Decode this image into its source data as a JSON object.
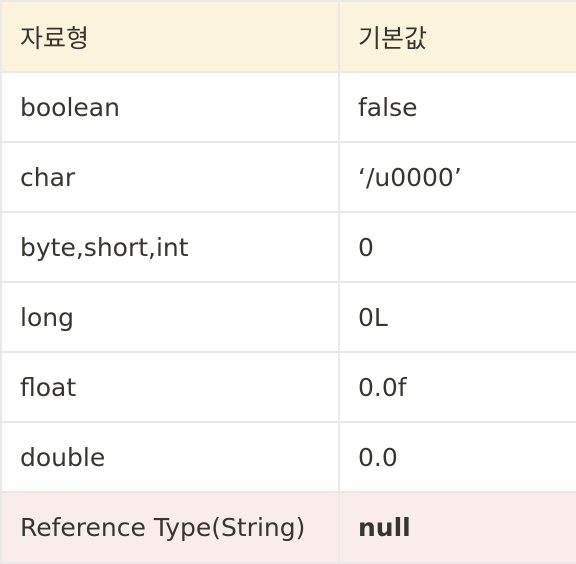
{
  "table": {
    "headers": [
      "자료형",
      "기본값"
    ],
    "rows": [
      [
        "boolean",
        "false"
      ],
      [
        "char",
        "‘/u0000’"
      ],
      [
        "byte,short,int",
        "0"
      ],
      [
        "long",
        "0L"
      ],
      [
        "float",
        "0.0f"
      ],
      [
        "double",
        "0.0"
      ],
      [
        "Reference Type(String)",
        "null"
      ]
    ]
  },
  "colors": {
    "header_background": "#fbf3db",
    "highlight_row_background": "#fbecec",
    "border": "#e9e9e7",
    "text": "#37352f"
  }
}
